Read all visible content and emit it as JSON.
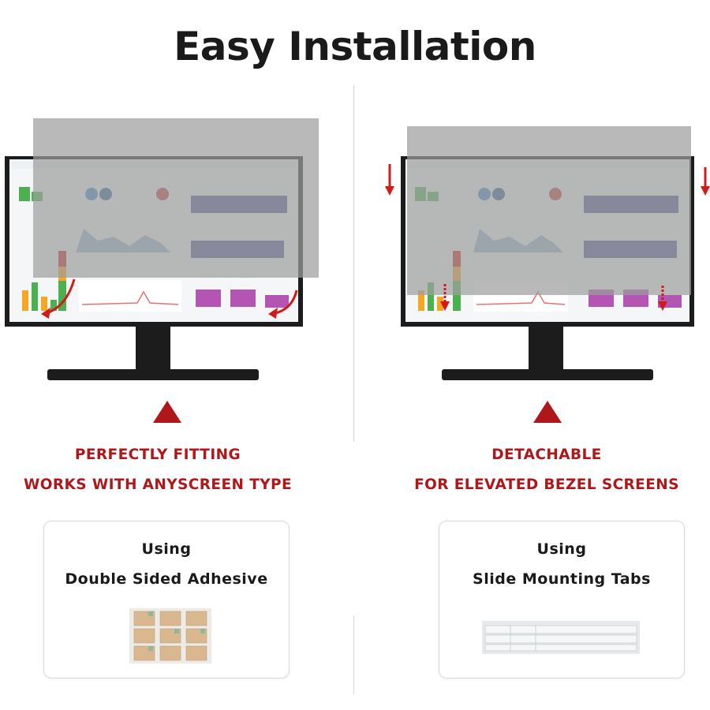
{
  "title": "Easy Installation",
  "left": {
    "caption_line1": "PERFECTLY FITTING",
    "caption_line2": "WORKS WITH ANYSCREEN TYPE",
    "card_line1": "Using",
    "card_line2": "Double Sided Adhesive"
  },
  "right": {
    "caption_line1": "DETACHABLE",
    "caption_line2": "FOR ELEVATED BEZEL SCREENS",
    "card_line1": "Using",
    "card_line2": "Slide Mounting Tabs"
  },
  "colors": {
    "accent_red": "#b0171b",
    "arrow_red": "#d11a1a",
    "monitor_black": "#1c1c1c",
    "filter_gray": "#a9a9a9"
  }
}
